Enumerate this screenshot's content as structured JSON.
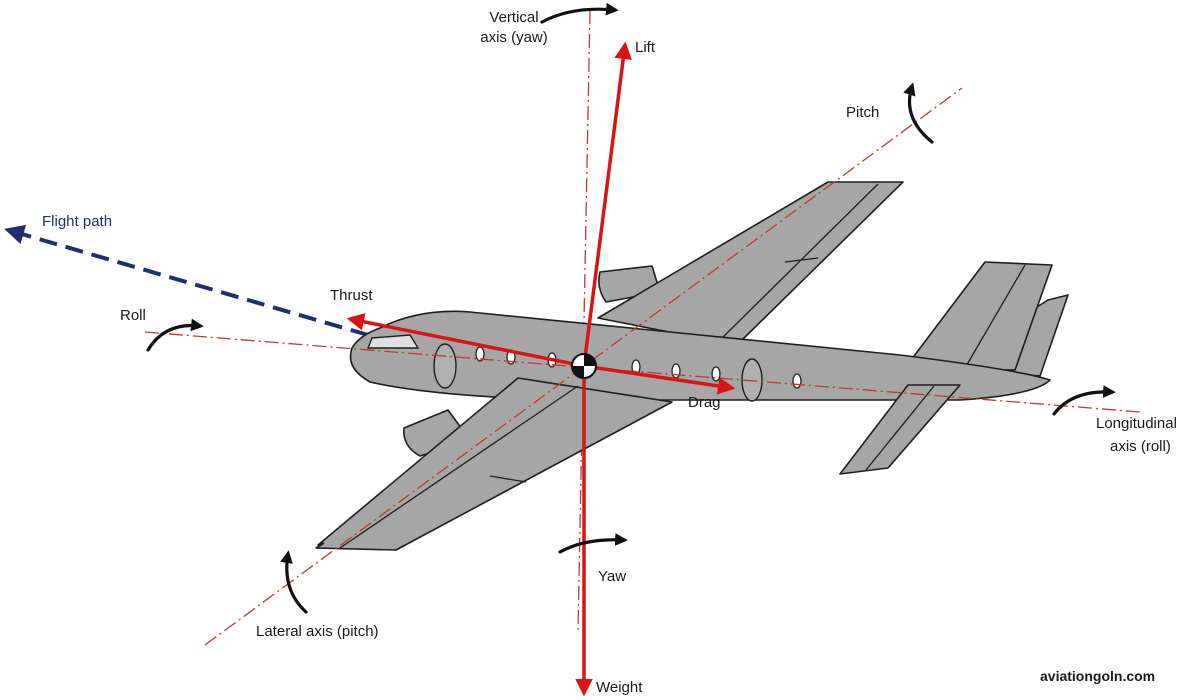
{
  "labels": {
    "vertical_axis_line1": "Vertical",
    "vertical_axis_line2": "axis (yaw)",
    "lift": "Lift",
    "pitch": "Pitch",
    "flight_path": "Flight path",
    "thrust": "Thrust",
    "roll": "Roll",
    "drag": "Drag",
    "longitudinal_axis_line1": "Longitudinal",
    "longitudinal_axis_line2": "axis (roll)",
    "yaw": "Yaw",
    "lateral_axis": "Lateral axis (pitch)",
    "weight": "Weight"
  },
  "watermark": "aviationgoln.com",
  "colors": {
    "force_arrow": "#d81414",
    "axis_line": "#c0392b",
    "flight_path": "#1f2f6b",
    "plane_body": "#a6a6a6",
    "rotation_arrow": "#111111"
  }
}
